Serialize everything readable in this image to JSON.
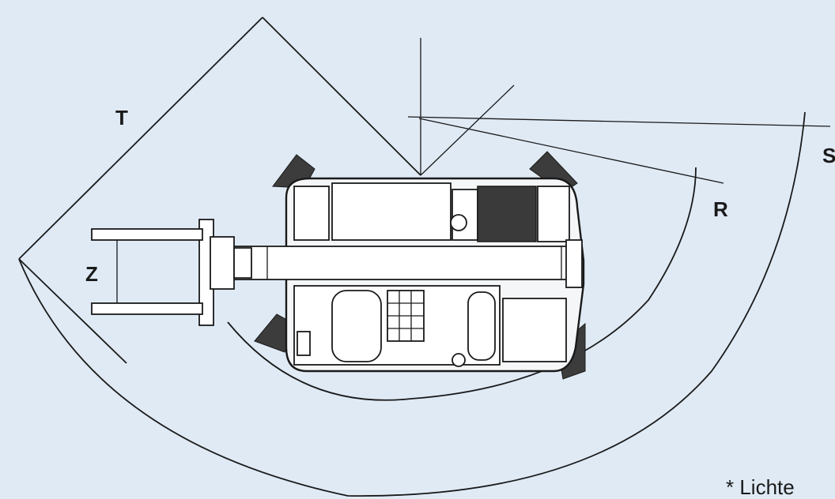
{
  "labels": {
    "t": "T",
    "s": "S",
    "r": "R",
    "z": "Z"
  },
  "footnote": "* Lichte",
  "colors": {
    "background": "#dfeaf5",
    "line": "#1a1a1a",
    "counterweight": "#3a3a3a"
  }
}
